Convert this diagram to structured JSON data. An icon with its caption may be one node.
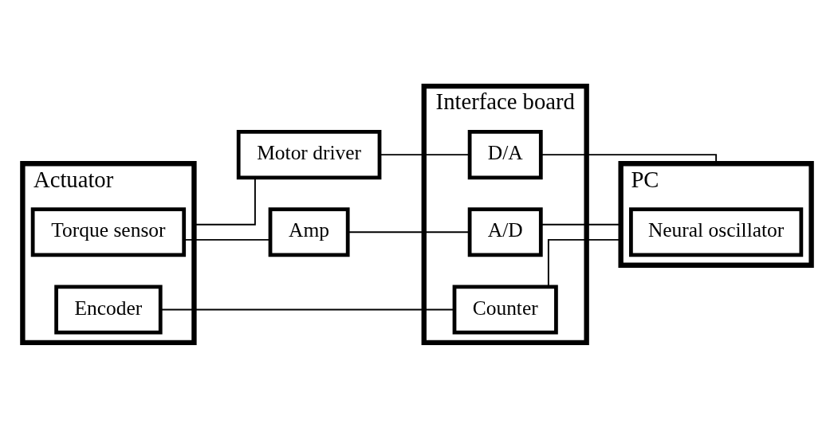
{
  "diagram": {
    "nodes": [
      {
        "text": [
          "Actuator"
        ]
      },
      {
        "text": [
          "Torque sensor"
        ],
        "in": 0
      },
      {
        "text": [
          "Encoder"
        ],
        "in": 0
      },
      {
        "text": [
          "Interface board"
        ]
      },
      {
        "text": [
          "Counter"
        ],
        "in": 3
      },
      {
        "text": [
          "D/A"
        ],
        "in": 3
      },
      {
        "text": [
          "A/D"
        ],
        "in": 3
      },
      {
        "text": [
          "Motor driver"
        ]
      },
      {
        "text": [
          "Amp"
        ]
      },
      {
        "text": [
          "PC"
        ]
      },
      {
        "text": [
          "Neural oscillator"
        ],
        "in": 9
      }
    ],
    "edges": [
      {
        "from": 2,
        "to": 4,
        "arrow": "none"
      },
      {
        "from": 0,
        "to": 7,
        "arrow": "none"
      },
      {
        "from": 1,
        "to": 8,
        "arrow": "none"
      },
      {
        "from": 7,
        "to": 5,
        "arrow": "none"
      },
      {
        "from": 8,
        "to": 6,
        "arrow": "none"
      },
      {
        "from": 4,
        "to": 9,
        "arrow": "none"
      },
      {
        "from": 5,
        "to": 9,
        "arrow": "none"
      },
      {
        "from": 6,
        "to": 9,
        "arrow": "none"
      }
    ]
  }
}
